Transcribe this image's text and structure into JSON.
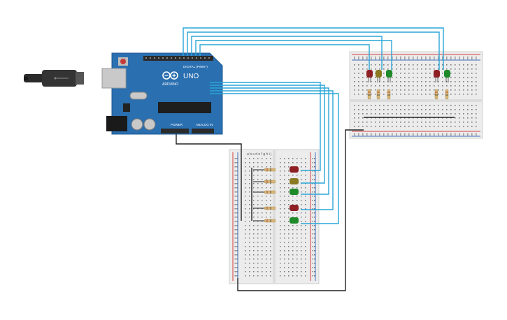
{
  "colors": {
    "board": "#2a6fb0",
    "board_dark": "#1f5a93",
    "header": "#2b2b2b",
    "breadboard": "#eaeaea",
    "breadboard_hole": "#7a7a7a",
    "rail_red": "#d94040",
    "rail_blue": "#3a6fc2",
    "wire_blue": "#2aa5d8",
    "wire_black": "#222222",
    "led_red": "#8e1f24",
    "led_yellow": "#8a7a22",
    "led_green": "#1f8a2a",
    "resistor": "#d8b878",
    "usb": "#2a2a2a"
  },
  "arduino": {
    "model_label": "UNO",
    "digital_label": "DIGITAL (PWM~)",
    "power_label": "POWER",
    "analog_label": "ANALOG IN",
    "brand_label": "ARDUINO"
  },
  "breadboard_right": {
    "led_colors": [
      "led_red",
      "led_yellow",
      "led_green",
      "led_red",
      "led_green"
    ]
  },
  "breadboard_left": {
    "col_letters": "a b c d e   f g h i j",
    "led_colors": [
      "led_red",
      "led_yellow",
      "led_green",
      "led_red",
      "led_green"
    ]
  }
}
